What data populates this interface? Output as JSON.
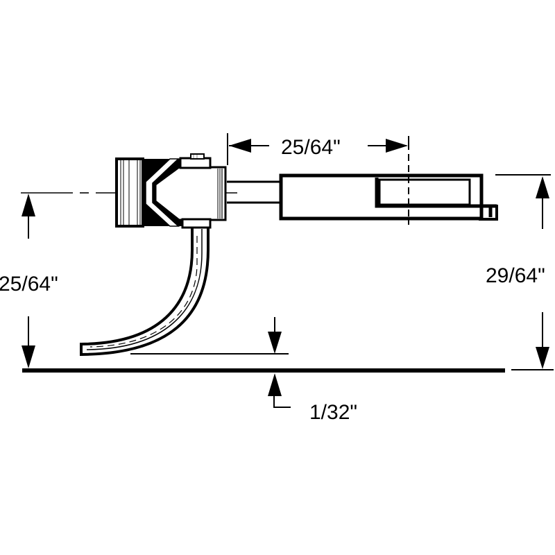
{
  "diagram": {
    "subject": "coupler-dimension-drawing",
    "background_color": "#ffffff",
    "line_color": "#000000",
    "dimensions": {
      "shank_length": {
        "label": "25/64\"",
        "orientation": "horizontal"
      },
      "coupler_height": {
        "label": "25/64\"",
        "orientation": "vertical",
        "side": "left"
      },
      "mounting_height": {
        "label": "29/64\"",
        "orientation": "vertical",
        "side": "right"
      },
      "trip_pin_clearance": {
        "label": "1/32\"",
        "orientation": "vertical",
        "position": "below-rail"
      }
    },
    "parts": [
      {
        "id": "coupler-knuckle-head",
        "label": ""
      },
      {
        "id": "coupler-shank",
        "label": ""
      },
      {
        "id": "draft-gear-box",
        "label": ""
      },
      {
        "id": "trip-pin",
        "label": ""
      },
      {
        "id": "rail-top-line",
        "label": ""
      }
    ]
  }
}
